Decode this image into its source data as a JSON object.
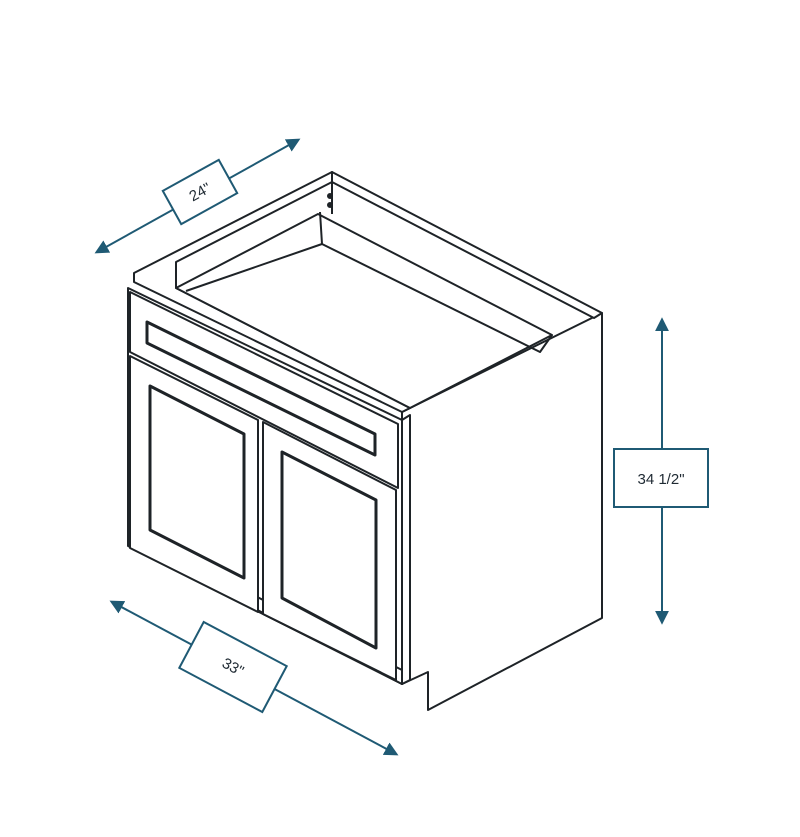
{
  "diagram": {
    "colors": {
      "outline": "#1e2327",
      "dimension": "#1f5a74",
      "background": "#ffffff"
    },
    "dimensions": {
      "depth": "24\"",
      "height": "34 1/2\"",
      "width": "33\""
    }
  }
}
